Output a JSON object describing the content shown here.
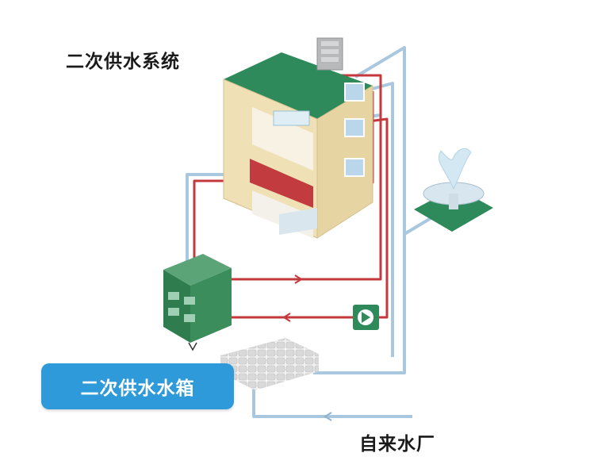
{
  "diagram": {
    "title": "二次供水系统",
    "tank_label": "二次供水水箱",
    "source_label": "自来水厂",
    "nodes": [
      {
        "id": "building",
        "icon": "building"
      },
      {
        "id": "fountain",
        "icon": "fountain"
      },
      {
        "id": "pump-cabinet",
        "icon": "pump-cabinet"
      },
      {
        "id": "water-tank",
        "icon": "water-tank"
      },
      {
        "id": "circulation-pump",
        "icon": "pump"
      },
      {
        "id": "roof-unit",
        "icon": "roof-unit"
      }
    ],
    "colors": {
      "cold_pipe": "#a9c7de",
      "hot_pipe": "#c4393b",
      "cabinet": "#2f7d4f",
      "roof": "#2e8a5a",
      "building_wall": "#efe0b5",
      "callout": "#2f9ad9"
    }
  }
}
